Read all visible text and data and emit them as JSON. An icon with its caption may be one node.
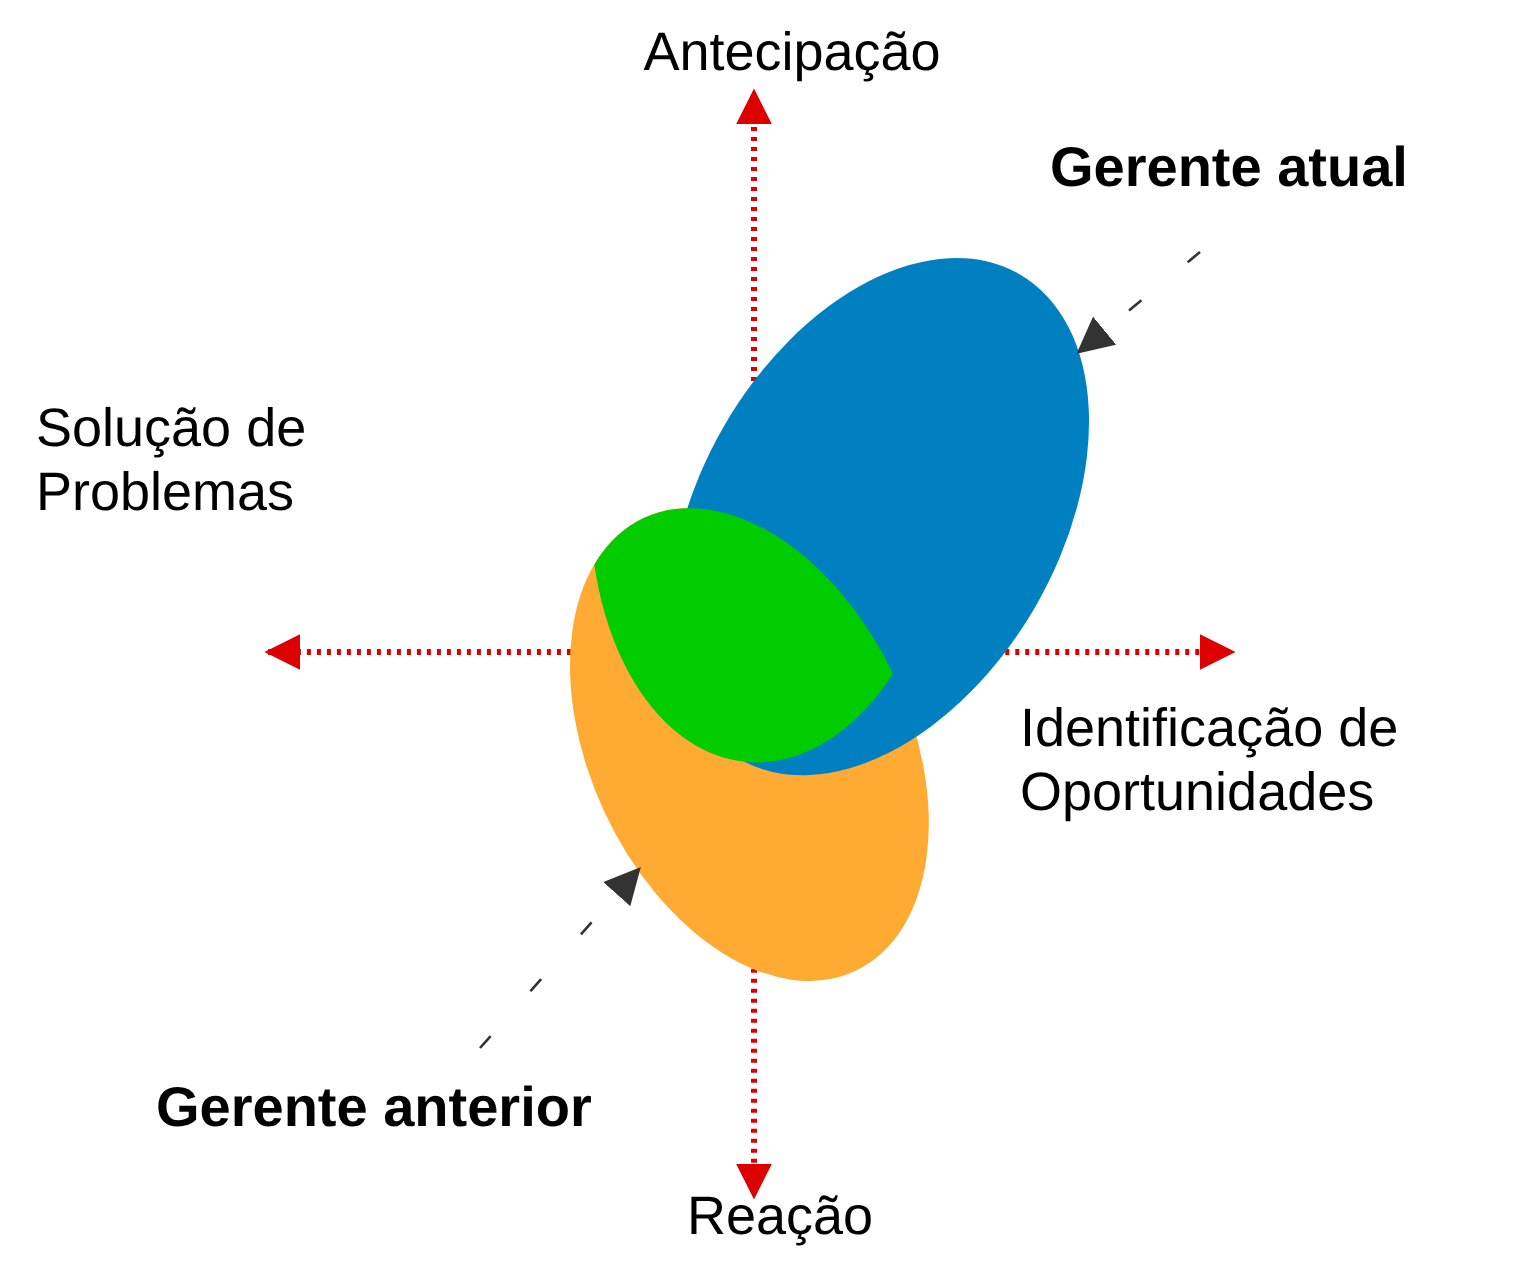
{
  "diagram": {
    "nodes": [
      {
        "text": [
          "Antecipação"
        ]
      },
      {
        "text": [
          "Solução de Problemas"
        ]
      },
      {
        "text": [
          "Identificação de Oportunidades"
        ]
      },
      {
        "text": [
          "Reação"
        ]
      },
      {
        "text": [
          "Gerente atual"
        ]
      },
      {
        "text": [
          "Gerente anterior"
        ]
      },
      {
        "text": [],
        "shape": "ellipse"
      },
      {
        "text": [],
        "shape": "ellipse"
      }
    ],
    "edges": [
      {
        "from": 6,
        "to": 0,
        "arrow": "to",
        "style": "dashed"
      },
      {
        "from": 7,
        "to": 1,
        "arrow": "to",
        "style": "dashed"
      },
      {
        "from": 6,
        "to": 2,
        "arrow": "to",
        "style": "dashed"
      },
      {
        "from": 7,
        "to": 3,
        "arrow": "to",
        "style": "dashed"
      },
      {
        "from": 4,
        "to": 6,
        "arrow": "to",
        "style": "dashed",
        "color": "#333333"
      },
      {
        "from": 5,
        "to": 7,
        "arrow": "to",
        "style": "dashed",
        "color": "#333333"
      }
    ]
  }
}
